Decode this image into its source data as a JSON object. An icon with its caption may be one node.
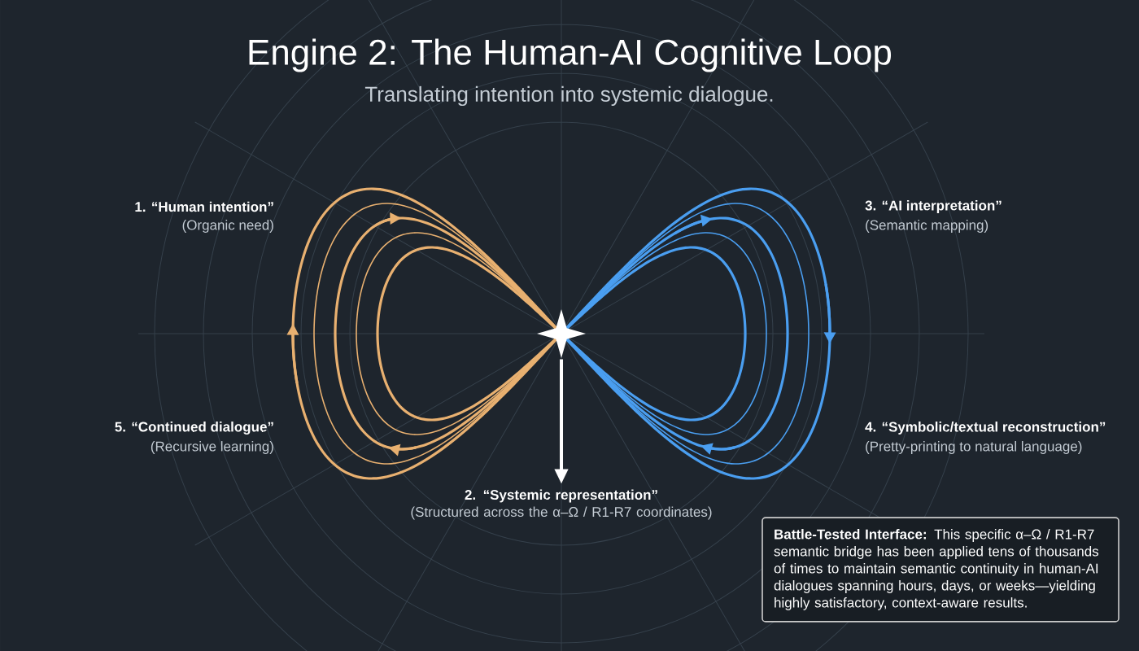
{
  "diagram": {
    "title": "Engine 2: The Human-AI Cognitive Loop",
    "caption": "Translating intention into systemic dialogue.",
    "nodes": [
      {
        "text": [],
        "shape": "star"
      },
      {
        "text": [
          "2. “Systemic representation”",
          "(Structured across the α–Ω / R1-R7 coordinates)"
        ]
      },
      {
        "text": [
          "**Battle-Tested Interface:** This specific α–Ω / R1-R7 semantic bridge has been applied tens of thousands of times to maintain semantic continuity in human-AI dialogues spanning hours, days, or weeks—yielding highly satisfactory, context-aware results."
        ]
      }
    ],
    "edges": [
      {
        "from": 0,
        "to": 1,
        "arrow": "to"
      }
    ],
    "labels": [
      "1. “Human intention”",
      "(Organic need)",
      "3. “AI interpretation”",
      "(Semantic mapping)",
      "5. “Continued dialogue”",
      "(Recursive learning)",
      "4. “Symbolic/textual reconstruction”",
      "(Pretty-printing to natural language)"
    ]
  }
}
